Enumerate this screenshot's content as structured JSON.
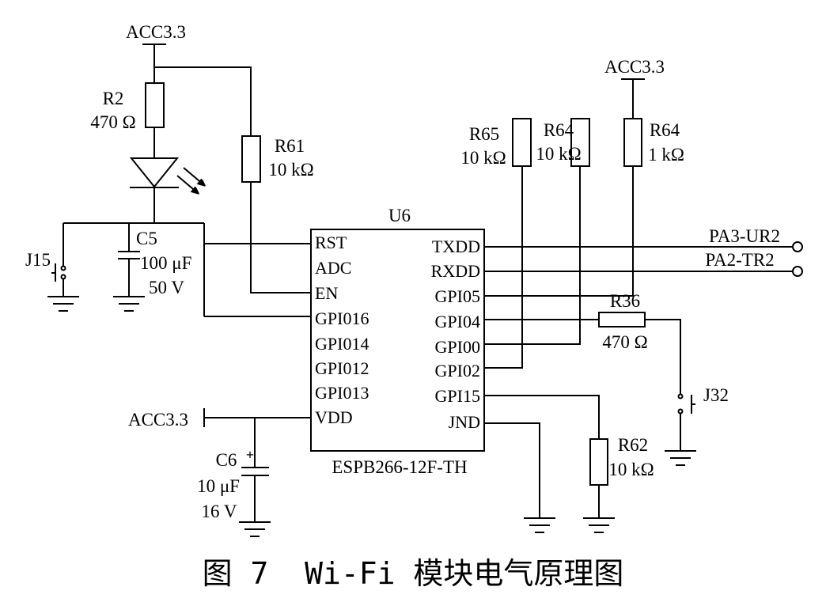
{
  "power": {
    "top_left": "ACC3.3",
    "top_right": "ACC3.3",
    "vdd_input": "ACC3.3"
  },
  "left_components": {
    "r2": {
      "designator": "R2",
      "value": "470 Ω"
    },
    "r61": {
      "designator": "R61",
      "value": "10 kΩ"
    },
    "c5": {
      "designator": "C5",
      "capacitance": "100 μF",
      "voltage": "50 V"
    },
    "j15": {
      "designator": "J15"
    },
    "c6": {
      "designator": "C6",
      "polarity": "+",
      "capacitance": "10 μF",
      "voltage": "16 V"
    }
  },
  "chip": {
    "designator": "U6",
    "part_number": "ESPB266-12F-TH",
    "left_pins": [
      "RST",
      "ADC",
      "EN",
      "GPI016",
      "GPI014",
      "GPI012",
      "GPI013",
      "VDD"
    ],
    "right_pins": [
      "TXDD",
      "RXDD",
      "GPI05",
      "GPI04",
      "GPI00",
      "GPI02",
      "GPI15",
      "JND"
    ]
  },
  "right_components": {
    "r65": {
      "designator": "R65",
      "value": "10 kΩ"
    },
    "r64_mid": {
      "designator": "R64",
      "value": "10 kΩ"
    },
    "r64_right": {
      "designator": "R64",
      "value": "1 kΩ"
    },
    "r36": {
      "designator": "R36",
      "value": "470 Ω"
    },
    "j32": {
      "designator": "J32"
    },
    "r62": {
      "designator": "R62",
      "value": "10 kΩ"
    }
  },
  "connectors": {
    "txd_net": "PA3-UR2",
    "rxd_net": "PA2-TR2"
  },
  "caption": "图 7  Wi-Fi 模块电气原理图"
}
